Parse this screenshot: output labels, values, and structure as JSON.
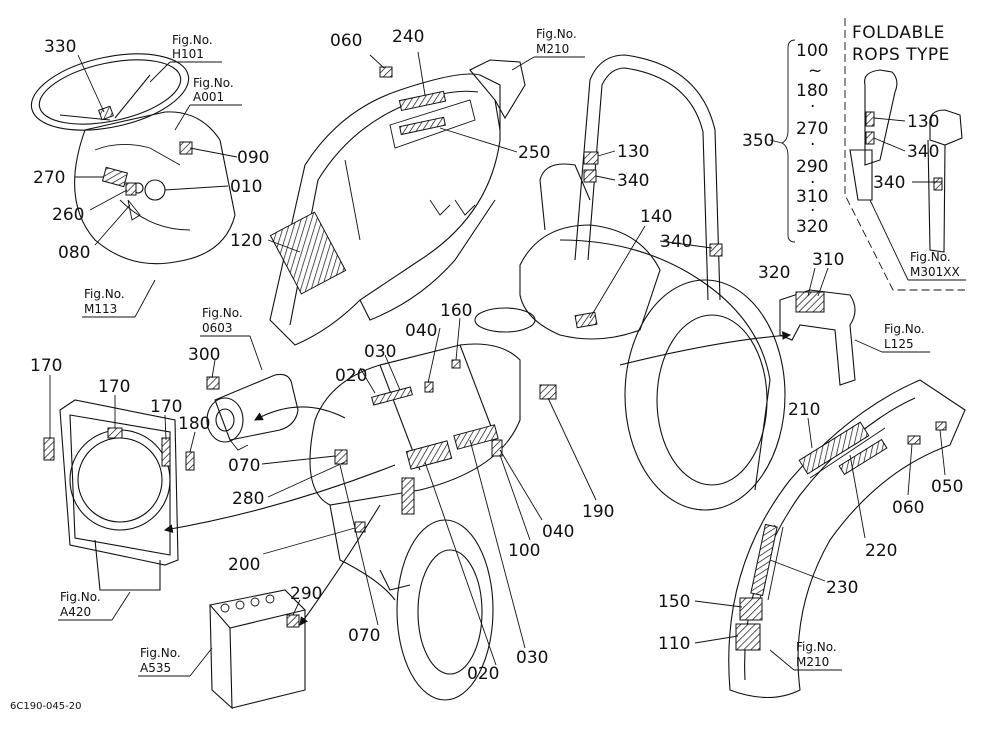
{
  "diagram": {
    "drawing_code": "6C190-045-20",
    "rops_header": [
      "FOLDABLE",
      "ROPS TYPE"
    ],
    "rops_codes": [
      "100",
      "~",
      "180",
      "·",
      "270",
      "·",
      "290",
      "·",
      "310",
      "·",
      "320"
    ],
    "fig_refs": [
      {
        "id": "h101",
        "label": "Fig.No.",
        "code": "H101"
      },
      {
        "id": "a001",
        "label": "Fig.No.",
        "code": "A001"
      },
      {
        "id": "m113",
        "label": "Fig.No.",
        "code": "M113"
      },
      {
        "id": "0603",
        "label": "Fig.No.",
        "code": "0603"
      },
      {
        "id": "m210-top",
        "label": "Fig.No.",
        "code": "M210"
      },
      {
        "id": "m301xx",
        "label": "Fig.No.",
        "code": "M301XX"
      },
      {
        "id": "l125",
        "label": "Fig.No.",
        "code": "L125"
      },
      {
        "id": "a420",
        "label": "Fig.No.",
        "code": "A420"
      },
      {
        "id": "a535",
        "label": "Fig.No.",
        "code": "A535"
      },
      {
        "id": "m210-bottom",
        "label": "Fig.No.",
        "code": "M210"
      }
    ],
    "callouts": [
      "330",
      "270",
      "260",
      "080",
      "090",
      "010",
      "120",
      "060",
      "240",
      "250",
      "130",
      "340",
      "350",
      "140",
      "340",
      "130",
      "340",
      "340",
      "320",
      "310",
      "300",
      "170",
      "170",
      "170",
      "180",
      "070",
      "280",
      "020",
      "030",
      "040",
      "160",
      "190",
      "100",
      "040",
      "200",
      "290",
      "070",
      "020",
      "030",
      "210",
      "060",
      "050",
      "220",
      "230",
      "150",
      "110"
    ]
  }
}
